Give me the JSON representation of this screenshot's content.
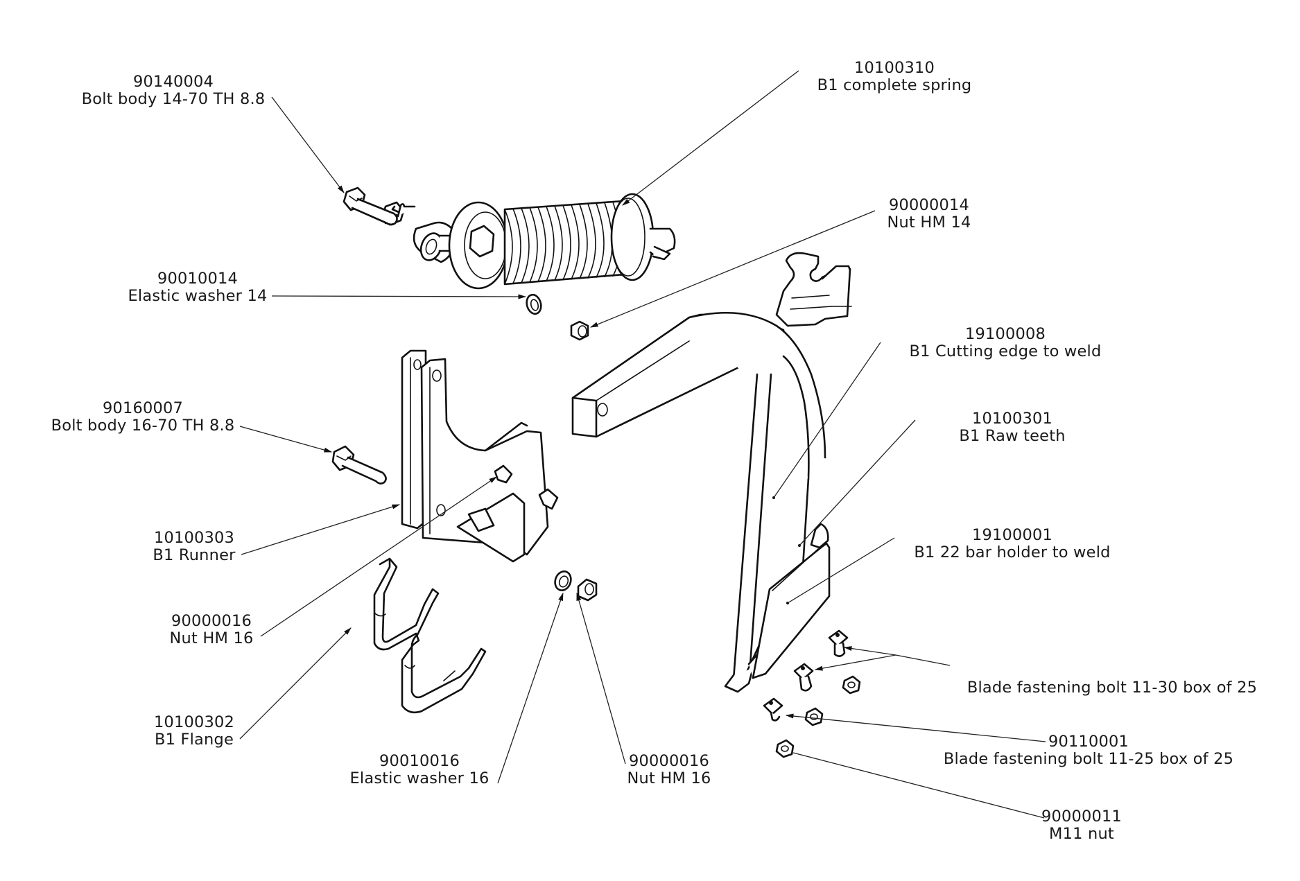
{
  "diagram": {
    "type": "exploded-parts-drawing",
    "colors": {
      "line": "#111111",
      "background": "#ffffff",
      "text": "#1a1a1a"
    },
    "callouts": [
      {
        "id": "bolt-14-70",
        "code": "90140004",
        "description": "Bolt body 14-70  TH 8.8"
      },
      {
        "id": "complete-spring",
        "code": "10100310",
        "description": "B1 complete spring"
      },
      {
        "id": "nut-hm-14",
        "code": "90000014",
        "description": "Nut HM 14"
      },
      {
        "id": "elastic-washer-14",
        "code": "90010014",
        "description": "Elastic washer 14"
      },
      {
        "id": "cutting-edge",
        "code": "19100008",
        "description": "B1 Cutting edge to weld"
      },
      {
        "id": "bolt-16-70",
        "code": "90160007",
        "description": "Bolt body 16-70 TH 8.8"
      },
      {
        "id": "raw-teeth",
        "code": "10100301",
        "description": "B1 Raw teeth"
      },
      {
        "id": "runner",
        "code": "10100303",
        "description": "B1 Runner"
      },
      {
        "id": "bar-holder",
        "code": "19100001",
        "description": "B1 22 bar holder to weld"
      },
      {
        "id": "nut-hm-16-left",
        "code": "90000016",
        "description": "Nut HM 16"
      },
      {
        "id": "blade-bolt-11-30",
        "code": "",
        "description": "Blade fastening bolt 11-30 box of 25"
      },
      {
        "id": "flange",
        "code": "10100302",
        "description": "B1 Flange"
      },
      {
        "id": "blade-bolt-11-25",
        "code": "90110001",
        "description": "Blade fastening bolt 11-25 box of 25"
      },
      {
        "id": "elastic-washer-16",
        "code": "90010016",
        "description": "Elastic washer 16"
      },
      {
        "id": "nut-hm-16-bottom",
        "code": "90000016",
        "description": "Nut HM 16"
      },
      {
        "id": "m11-nut",
        "code": "90000011",
        "description": "M11 nut"
      }
    ]
  }
}
